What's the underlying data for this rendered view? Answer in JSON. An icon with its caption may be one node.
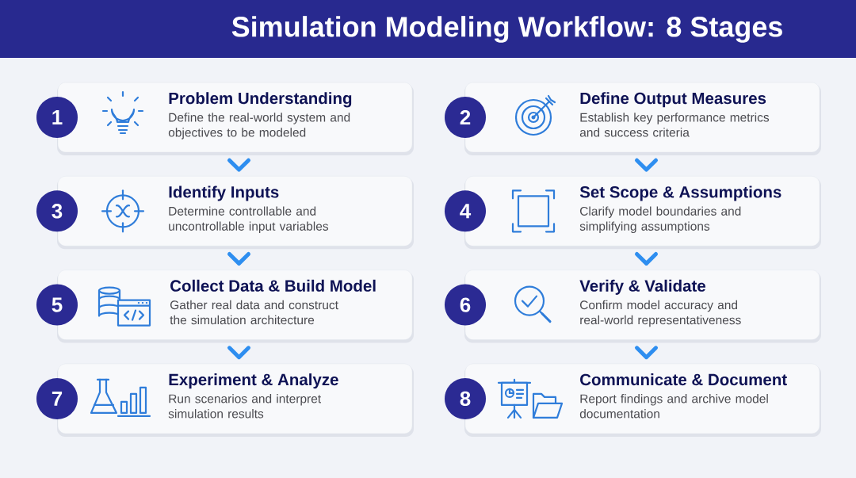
{
  "diagram": {
    "title": "Simulation Modeling Workflow: 8 Stages",
    "nodes": [
      {
        "text": [
          "1"
        ]
      },
      {
        "text": [
          "Problem Understanding",
          "Define the real-world system and objectives to be modeled"
        ]
      },
      {
        "text": [
          "2"
        ]
      },
      {
        "text": [
          "Define Output Measures",
          "Establish key performance metrics and success criteria"
        ]
      },
      {
        "text": [
          "3"
        ]
      },
      {
        "text": [
          "Identify Inputs",
          "Determine controllable and uncontrollable input variables"
        ]
      },
      {
        "text": [
          "4"
        ]
      },
      {
        "text": [
          "Set Scope & Assumptions",
          "Clarify model boundaries and simplifying assumptions"
        ]
      },
      {
        "text": [
          "5"
        ]
      },
      {
        "text": [
          "Collect Data & Build Model",
          "Gather real data and construct the simulation architecture"
        ]
      },
      {
        "text": [
          "6"
        ]
      },
      {
        "text": [
          "Verify & Validate",
          "Confirm model accuracy and real-world representativeness"
        ]
      },
      {
        "text": [
          "7"
        ]
      },
      {
        "text": [
          "Experiment & Analyze",
          "Run scenarios and interpret simulation results"
        ]
      },
      {
        "text": [
          "8"
        ]
      },
      {
        "text": [
          "Communicate & Document",
          "Report findings and archive model documentation"
        ]
      }
    ],
    "edges": [
      {
        "from": 1,
        "to": 5,
        "arrow": "to"
      },
      {
        "from": 5,
        "to": 9,
        "arrow": "to"
      },
      {
        "from": 9,
        "to": 13,
        "arrow": "to"
      },
      {
        "from": 3,
        "to": 7,
        "arrow": "to"
      },
      {
        "from": 7,
        "to": 11,
        "arrow": "to"
      },
      {
        "from": 11,
        "to": 15,
        "arrow": "to"
      }
    ]
  }
}
